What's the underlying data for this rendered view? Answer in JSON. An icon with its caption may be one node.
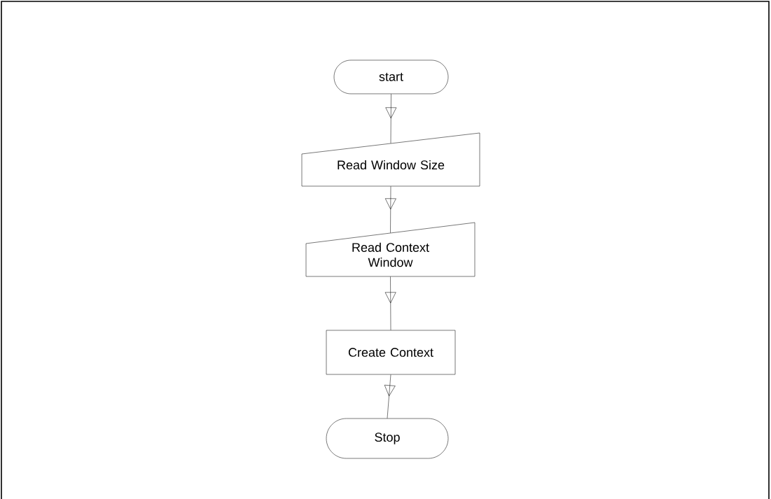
{
  "diagram": {
    "nodes": [
      {
        "text": [
          "start"
        ]
      },
      {
        "text": [
          "Read Window Size"
        ]
      },
      {
        "text": [
          "Read Context Window"
        ]
      },
      {
        "text": [
          "Create Context"
        ]
      },
      {
        "text": [
          "Stop"
        ]
      }
    ],
    "edges": [
      {
        "from": 0,
        "to": 1,
        "arrow": "to"
      },
      {
        "from": 1,
        "to": 2,
        "arrow": "to"
      },
      {
        "from": 2,
        "to": 3,
        "arrow": "to"
      },
      {
        "from": 3,
        "to": 4,
        "arrow": "to"
      }
    ]
  }
}
